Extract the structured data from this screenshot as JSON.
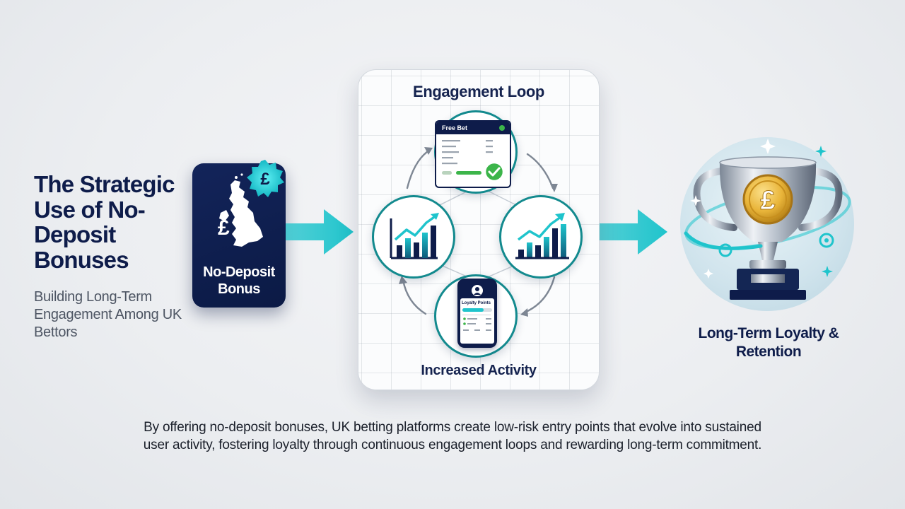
{
  "title": "The Strategic Use of No-Deposit Bonuses",
  "subtitle": "Building Long-Term Engagement Among UK Bettors",
  "no_deposit_card": {
    "currency_badge": "£",
    "currency_symbol": "£",
    "label": "No-Deposit Bonus"
  },
  "engagement_loop": {
    "title": "Engagement Loop",
    "bottom_label": "Increased Activity",
    "bet_slip_title": "Free Bet",
    "phone_title": "Loyalty Points"
  },
  "outcome": {
    "coin_symbol": "£",
    "label": "Long-Term Loyalty & Retention"
  },
  "caption": "By offering no-deposit bonuses, UK betting platforms create low-risk entry points that evolve into sustained user activity, fostering loyalty through continuous engagement loops and rewarding long-term commitment.",
  "icons": [
    "uk-map-icon",
    "pound-badge-icon",
    "bar-chart-growth-icon",
    "bet-slip-icon",
    "check-icon",
    "phone-icon",
    "cycle-arrow-icon",
    "flow-arrow-icon",
    "trophy-icon",
    "sparkle-icon"
  ],
  "colors": {
    "navy": "#0e1c4a",
    "teal": "#1fc4cc",
    "teal_dark": "#138a8e",
    "green_check": "#3cb54a",
    "gold": "#e9b53a"
  }
}
